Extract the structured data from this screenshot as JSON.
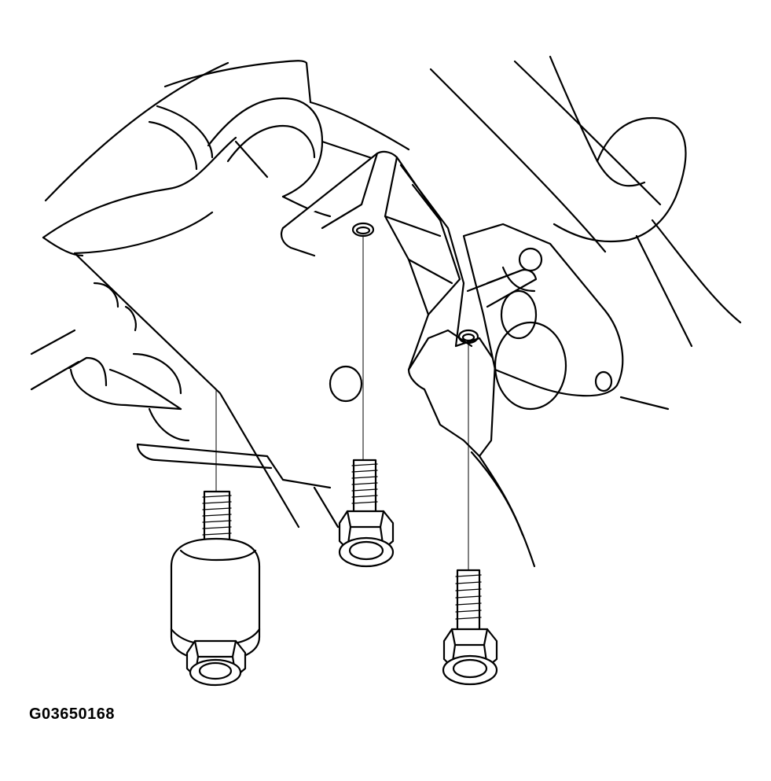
{
  "figure": {
    "code": "G03650168",
    "colors": {
      "ink": "#000000",
      "paper": "#ffffff"
    }
  },
  "parts": [
    {
      "name": "exhaust-pipe"
    },
    {
      "name": "rubber-mount-bracket"
    },
    {
      "name": "flange-plate"
    },
    {
      "name": "body-crossmember"
    },
    {
      "name": "mount-nut-with-spacer"
    },
    {
      "name": "center-flange-bolt"
    },
    {
      "name": "right-flange-bolt"
    }
  ]
}
